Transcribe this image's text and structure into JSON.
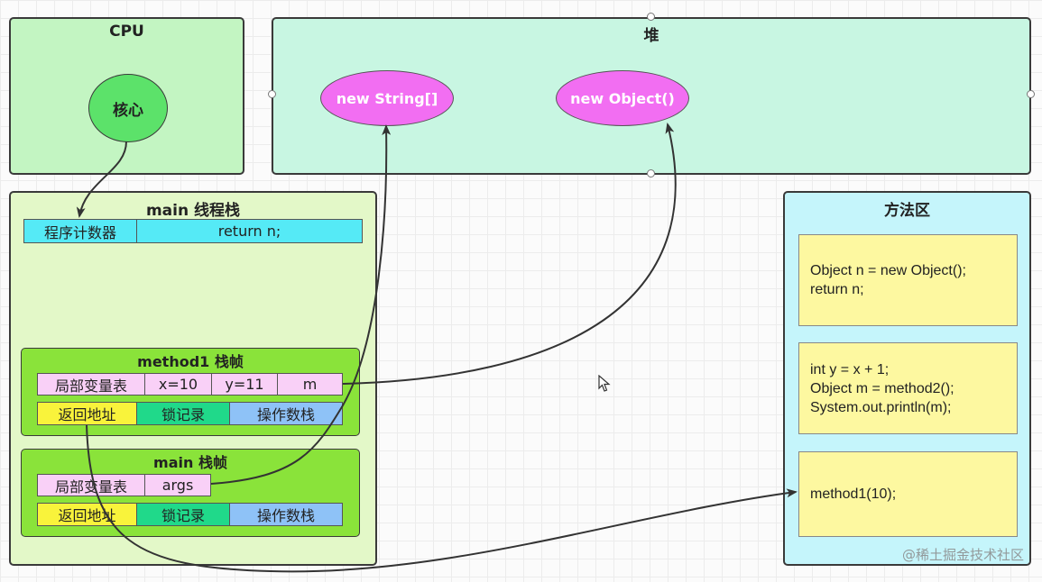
{
  "cpu": {
    "title": "CPU",
    "core": "核心"
  },
  "heap": {
    "title": "堆",
    "objects": [
      "new String[]",
      "new Object()"
    ]
  },
  "thread_stack": {
    "title": "main 线程栈",
    "pc_label": "程序计数器",
    "pc_value": "return n;",
    "frames": [
      {
        "title": "method1 栈帧",
        "locals_label": "局部变量表",
        "locals": [
          "x=10",
          "y=11",
          "m"
        ],
        "return_addr": "返回地址",
        "lock_record": "锁记录",
        "operand_stack": "操作数栈"
      },
      {
        "title": "main 栈帧",
        "locals_label": "局部变量表",
        "locals": [
          "args"
        ],
        "return_addr": "返回地址",
        "lock_record": "锁记录",
        "operand_stack": "操作数栈"
      }
    ]
  },
  "method_area": {
    "title": "方法区",
    "blocks": [
      "Object n = new Object();\nreturn n;",
      "int y = x + 1;\nObject m = method2();\nSystem.out.println(m);",
      "method1(10);"
    ]
  },
  "watermark": "@稀土掘金技术社区",
  "colors": {
    "cpu_bg": "#c3f5c2",
    "heap_bg": "#c8f6e2",
    "stack_bg": "#e3f8c8",
    "frame_bg": "#8ae33a",
    "method_area_bg": "#c5f5fb",
    "core_fill": "#5ce26a",
    "object_fill": "#f26ef2"
  }
}
